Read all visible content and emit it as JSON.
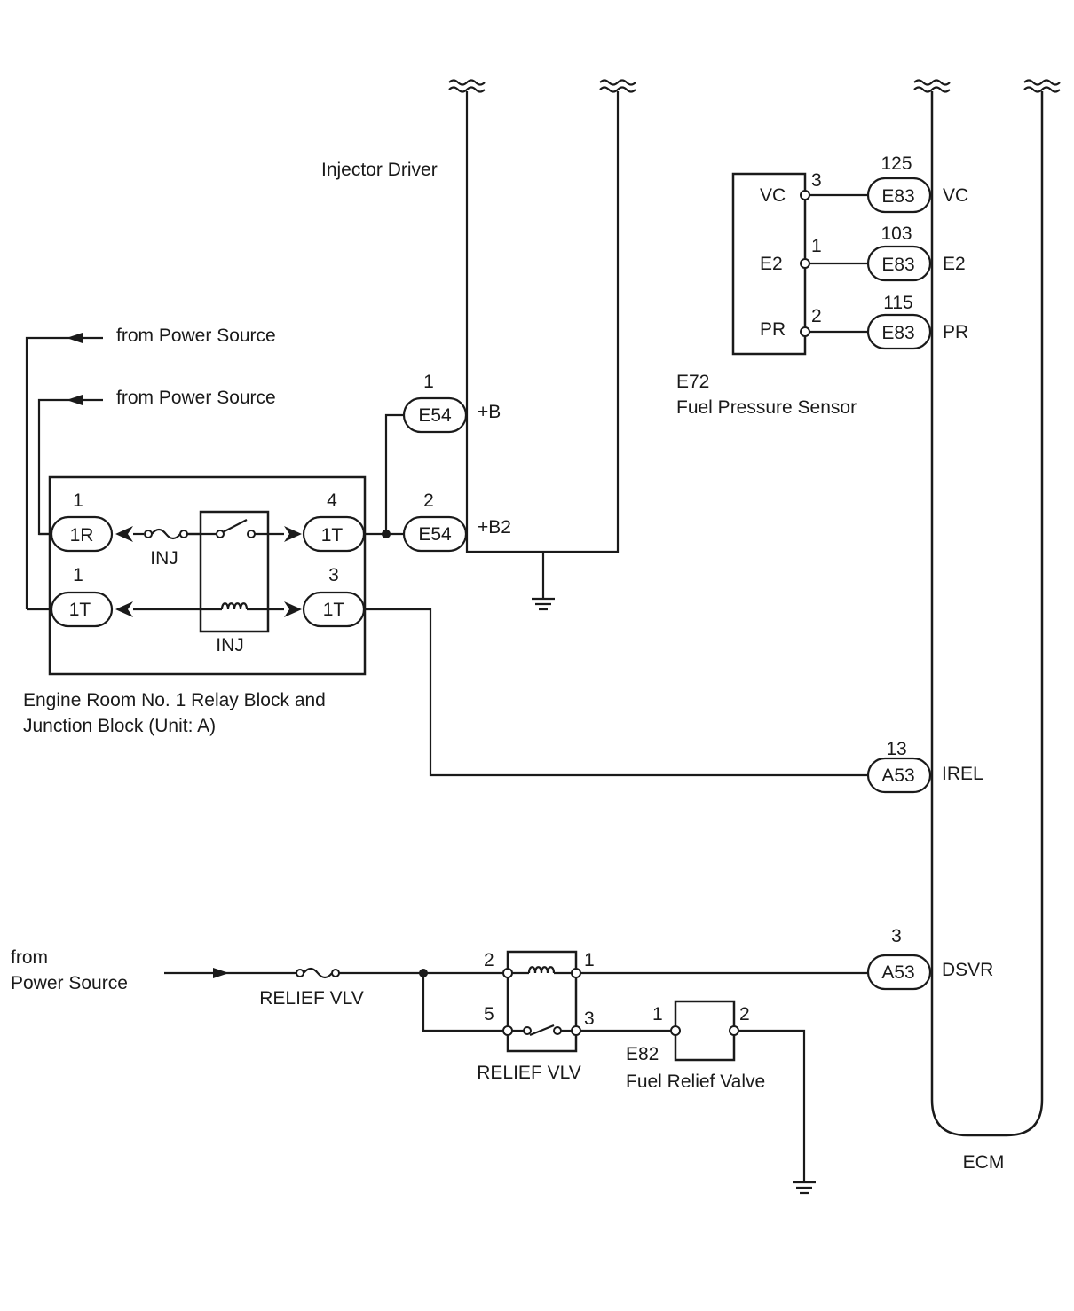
{
  "diagram": {
    "injector_driver": {
      "title": "Injector Driver",
      "pins": {
        "b_num": "1",
        "b_conn": "E54",
        "b_name": "+B",
        "b2_num": "2",
        "b2_conn": "E54",
        "b2_name": "+B2"
      }
    },
    "fuel_pressure_sensor": {
      "code": "E72",
      "name": "Fuel Pressure Sensor",
      "pins": [
        {
          "num": "3",
          "label": "VC",
          "ecm_num": "125",
          "conn": "E83",
          "ecm_label": "VC"
        },
        {
          "num": "1",
          "label": "E2",
          "ecm_num": "103",
          "conn": "E83",
          "ecm_label": "E2"
        },
        {
          "num": "2",
          "label": "PR",
          "ecm_num": "115",
          "conn": "E83",
          "ecm_label": "PR"
        }
      ]
    },
    "power_sources": {
      "top1": "from Power Source",
      "top2": "from Power Source",
      "bottom_line1": "from",
      "bottom_line2": "Power Source"
    },
    "relay_block": {
      "name_line1": "Engine Room No. 1 Relay Block and",
      "name_line2": "Junction Block (Unit: A)",
      "fuse_label": "INJ",
      "relay_label": "INJ",
      "pin_1r_num": "1",
      "pin_1r": "1R",
      "pin_1t_left_num": "1",
      "pin_1t_left": "1T",
      "pin_4_num": "4",
      "pin_4": "1T",
      "pin_3_num": "3",
      "pin_3": "1T"
    },
    "ecm": {
      "name": "ECM",
      "irel_num": "13",
      "irel_conn": "A53",
      "irel_label": "IREL",
      "dsvr_num": "3",
      "dsvr_conn": "A53",
      "dsvr_label": "DSVR"
    },
    "relief": {
      "fuse_label": "RELIEF VLV",
      "relay_label": "RELIEF VLV",
      "relay_pin_2": "2",
      "relay_pin_1": "1",
      "relay_pin_5": "5",
      "relay_pin_3": "3",
      "valve_code": "E82",
      "valve_name": "Fuel Relief Valve",
      "valve_pin_1": "1",
      "valve_pin_2": "2"
    }
  }
}
